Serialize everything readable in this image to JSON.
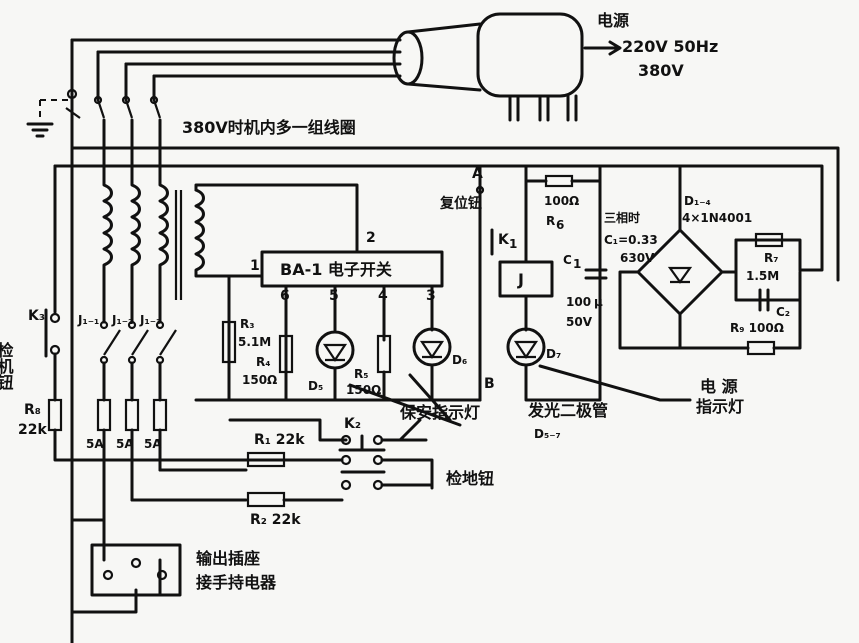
{
  "labels": {
    "power_title": "电源",
    "power_ac": "220V 50Hz",
    "power_380": "380V",
    "extra_coil": "380V时机内多一组线圈",
    "a_node": "A",
    "b_node": "B",
    "reset_button": "复位钮",
    "k1": "K",
    "k1_sub": "1",
    "r6_value": "100Ω",
    "r6_name": "R",
    "r6_sub": "6",
    "c1_name": "C",
    "c1_sub": "1",
    "c1_value": "100",
    "c1_volt": "50V",
    "c1_unit": "μ",
    "three_phase": "三相时",
    "c1_three": "C₁=0.33",
    "c1_three_v": "630V",
    "d14": "D₁₋₄",
    "d14_type": "4×1N4001",
    "r7_name": "R₇",
    "r7_value": "1.5M",
    "c2_name": "C₂",
    "r9": "R₉ 100Ω",
    "ba1": "BA-1 电子开关",
    "pin1": "1",
    "pin2": "2",
    "pin3": "3",
    "pin4": "4",
    "pin5": "5",
    "pin6": "6",
    "r3_name": "R₃",
    "r3_value": "5.1M",
    "r4_name": "R₄",
    "r4_value": "150Ω",
    "r5_name": "R₅",
    "r5_value": "150Ω",
    "d5": "D₅",
    "d6": "D₆",
    "d7": "D₇",
    "relay_j": "J",
    "protect_lamp": "保安指示灯",
    "led_label": "发光二极管",
    "led_range": "D₅₋₇",
    "power_lamp_1": "电    源",
    "power_lamp_2": "指示灯",
    "k3": "K₃",
    "check_btn": "检机钮",
    "r8_name": "R₈",
    "r8_value": "22k",
    "j11": "J₁₋₁",
    "j12": "J₁₋₂",
    "j13": "J₁₋₃",
    "fuse1": "5A",
    "fuse2": "5A",
    "fuse3": "5A",
    "r1": "R₁ 22k",
    "r2": "R₂ 22k",
    "k2": "K₂",
    "ground_btn": "检地钮",
    "socket_1": "输出插座",
    "socket_2": "接手持电器"
  }
}
